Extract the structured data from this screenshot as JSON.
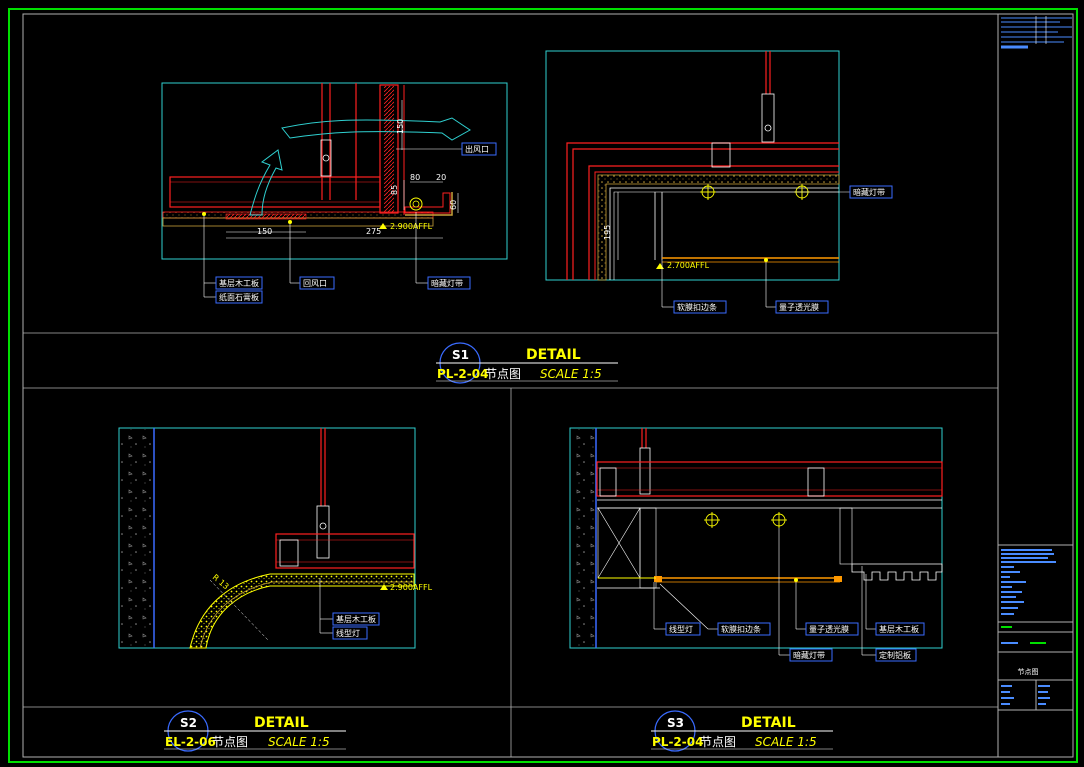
{
  "colors": {
    "frame": "#00e000",
    "cyan": "#2fd0d0",
    "red": "#ff2020",
    "yellow": "#ffff00",
    "white": "#ffffff",
    "blue": "#3a6bff",
    "orange": "#ff9900",
    "gray": "#909090"
  },
  "panel_s1_left": {
    "dims": {
      "d150v": "150",
      "d85": "85",
      "d80": "80",
      "d20": "20",
      "d60": "60",
      "d150h": "150",
      "d275": "275"
    },
    "level": "2.900AFFL",
    "labels": {
      "outlet": "出风口",
      "plasterboard": "基层木工板",
      "gypsum": "纸面石膏板",
      "return_air": "回风口",
      "led_strip": "暗藏灯带"
    }
  },
  "panel_s1_right": {
    "dim195": "195",
    "level": "2.700AFFL",
    "labels": {
      "led_strip": "暗藏灯带",
      "film_edge": "软膜扣边条",
      "translucent": "量子透光膜"
    }
  },
  "title_s1": {
    "num": "S1",
    "detail": "DETAIL",
    "ref": "PL-2-04",
    "node": "节点图",
    "scale": "SCALE 1:5"
  },
  "panel_s2": {
    "radius": "R 13",
    "level": "2.900AFFL",
    "labels": {
      "plasterboard": "基层木工板",
      "lamp": "线型灯"
    }
  },
  "title_s2": {
    "num": "S2",
    "detail": "DETAIL",
    "ref": "EL-2-06",
    "node": "节点图",
    "scale": "SCALE 1:5"
  },
  "panel_s3": {
    "labels": {
      "lamp": "线型灯",
      "film_edge": "软膜扣边条",
      "translucent": "量子透光膜",
      "plasterboard": "基层木工板",
      "led_strip": "暗藏灯带",
      "alu_panel": "定制铝板"
    }
  },
  "title_s3": {
    "num": "S3",
    "detail": "DETAIL",
    "ref": "PL-2-04",
    "node": "节点图",
    "scale": "SCALE 1:5"
  },
  "sheet": {
    "name": "节点图"
  }
}
